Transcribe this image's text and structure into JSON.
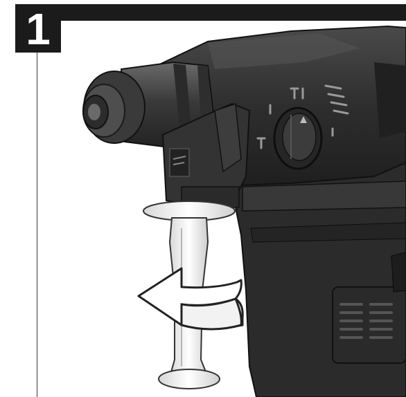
{
  "step": {
    "number": "1"
  },
  "illustration": {
    "subject": "rotary-hammer-drill",
    "arrow_direction": "left"
  }
}
